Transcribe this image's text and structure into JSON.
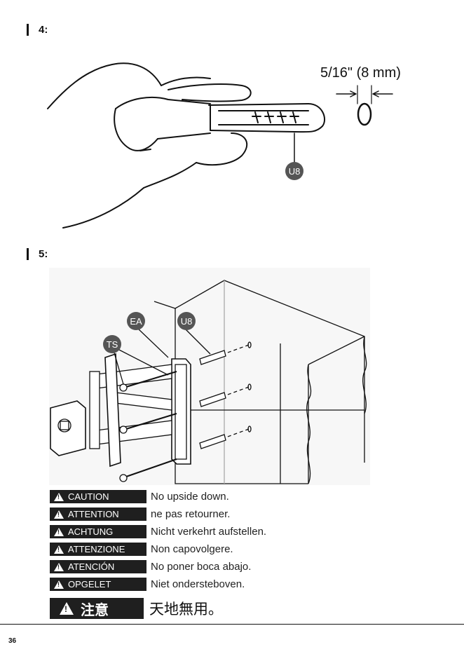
{
  "steps": {
    "step4_label": "4:",
    "step5_label": "5:"
  },
  "dimension": {
    "label": "5/16\" (8 mm)"
  },
  "parts": {
    "u8": "U8",
    "ea": "EA",
    "ts": "TS",
    "u8_b": "U8"
  },
  "warnings": [
    {
      "badge": "CAUTION",
      "message": "No upside down."
    },
    {
      "badge": "ATTENTION",
      "message": "ne pas retourner."
    },
    {
      "badge": "ACHTUNG",
      "message": "Nicht verkehrt aufstellen."
    },
    {
      "badge": "ATTENZIONE",
      "message": "Non capovolgere."
    },
    {
      "badge": "ATENCIÓN",
      "message": "No poner boca abajo."
    },
    {
      "badge": "OPGELET",
      "message": "Niet ondersteboven."
    }
  ],
  "warning_cn": {
    "badge": "注意",
    "message": "天地無用。"
  },
  "footer": {
    "page_number": "36"
  }
}
